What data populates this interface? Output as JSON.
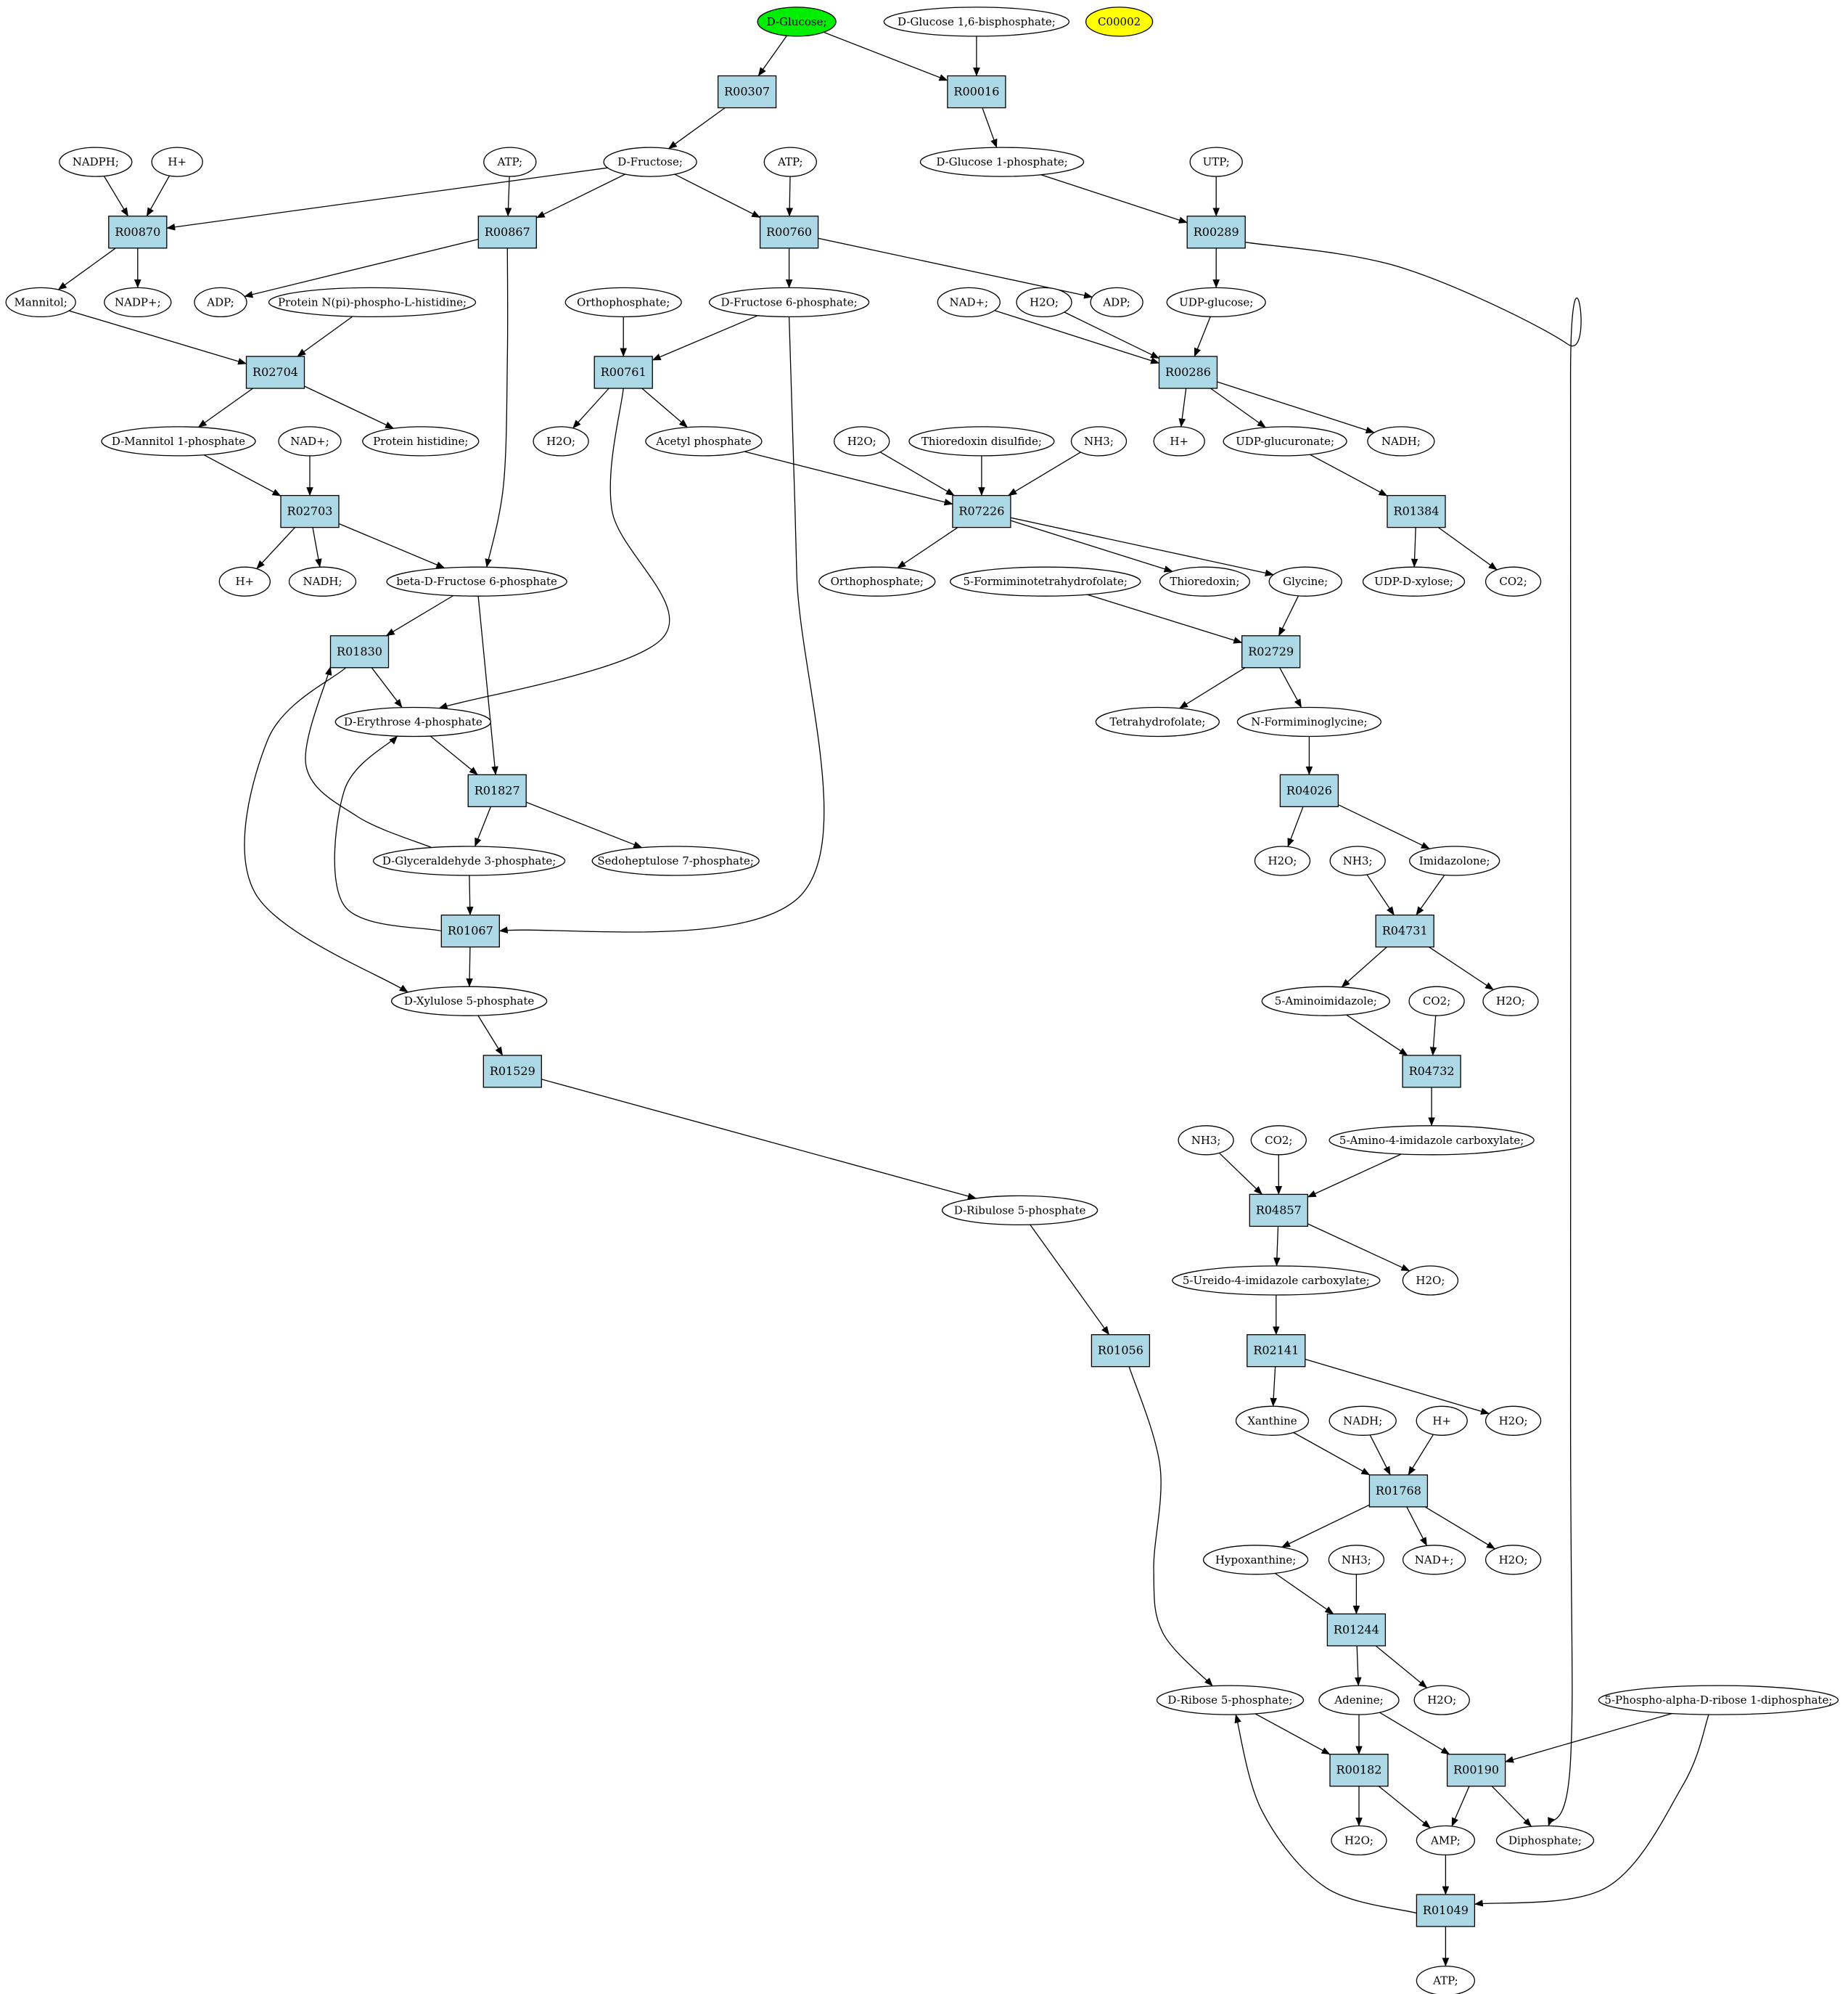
{
  "colors": {
    "reaction_fill": "#add8e6",
    "metabolite_fill": "#ffffff",
    "start_fill": "#00ee00",
    "target_fill": "#ffff00",
    "stroke": "#000000"
  },
  "nodes": {
    "dglucose": {
      "label": "D-Glucose;",
      "kind": "metabolite",
      "fill": "#00ee00"
    },
    "dg16bp": {
      "label": "D-Glucose 1,6-bisphosphate;",
      "kind": "metabolite"
    },
    "c00002": {
      "label": "C00002",
      "kind": "metabolite",
      "fill": "#ffff00"
    },
    "R00307": {
      "label": "R00307",
      "kind": "reaction"
    },
    "R00016": {
      "label": "R00016",
      "kind": "reaction"
    },
    "nadph": {
      "label": "NADPH;",
      "kind": "metabolite"
    },
    "hplus1": {
      "label": "H+",
      "kind": "metabolite"
    },
    "atp1": {
      "label": "ATP;",
      "kind": "metabolite"
    },
    "dfructose": {
      "label": "D-Fructose;",
      "kind": "metabolite"
    },
    "atp2": {
      "label": "ATP;",
      "kind": "metabolite"
    },
    "dg1p": {
      "label": "D-Glucose 1-phosphate;",
      "kind": "metabolite"
    },
    "utp": {
      "label": "UTP;",
      "kind": "metabolite"
    },
    "R00870": {
      "label": "R00870",
      "kind": "reaction"
    },
    "R00867": {
      "label": "R00867",
      "kind": "reaction"
    },
    "R00760": {
      "label": "R00760",
      "kind": "reaction"
    },
    "R00289": {
      "label": "R00289",
      "kind": "reaction"
    },
    "mannitol": {
      "label": "Mannitol;",
      "kind": "metabolite"
    },
    "nadpplus": {
      "label": "NADP+;",
      "kind": "metabolite"
    },
    "adp1": {
      "label": "ADP;",
      "kind": "metabolite"
    },
    "protnpi": {
      "label": "Protein N(pi)-phospho-L-histidine;",
      "kind": "metabolite"
    },
    "orthophos1": {
      "label": "Orthophosphate;",
      "kind": "metabolite"
    },
    "df6p": {
      "label": "D-Fructose 6-phosphate;",
      "kind": "metabolite"
    },
    "nadplus1": {
      "label": "NAD+;",
      "kind": "metabolite"
    },
    "h2o1": {
      "label": "H2O;",
      "kind": "metabolite"
    },
    "adp2": {
      "label": "ADP;",
      "kind": "metabolite"
    },
    "udpglucose": {
      "label": "UDP-glucose;",
      "kind": "metabolite"
    },
    "R02704": {
      "label": "R02704",
      "kind": "reaction"
    },
    "R00761": {
      "label": "R00761",
      "kind": "reaction"
    },
    "R00286": {
      "label": "R00286",
      "kind": "reaction"
    },
    "dmannitol1p": {
      "label": "D-Mannitol 1-phosphate",
      "kind": "metabolite"
    },
    "nadplus2": {
      "label": "NAD+;",
      "kind": "metabolite"
    },
    "prothis": {
      "label": "Protein histidine;",
      "kind": "metabolite"
    },
    "h2o2": {
      "label": "H2O;",
      "kind": "metabolite"
    },
    "acetylp": {
      "label": "Acetyl phosphate",
      "kind": "metabolite"
    },
    "h2o3": {
      "label": "H2O;",
      "kind": "metabolite"
    },
    "thiodis": {
      "label": "Thioredoxin disulfide;",
      "kind": "metabolite"
    },
    "nh3a": {
      "label": "NH3;",
      "kind": "metabolite"
    },
    "hplus2": {
      "label": "H+",
      "kind": "metabolite"
    },
    "udpglucuronate": {
      "label": "UDP-glucuronate;",
      "kind": "metabolite"
    },
    "nadh1": {
      "label": "NADH;",
      "kind": "metabolite"
    },
    "R02703": {
      "label": "R02703",
      "kind": "reaction"
    },
    "R07226": {
      "label": "R07226",
      "kind": "reaction"
    },
    "R01384": {
      "label": "R01384",
      "kind": "reaction"
    },
    "hplus3": {
      "label": "H+",
      "kind": "metabolite"
    },
    "nadh2": {
      "label": "NADH;",
      "kind": "metabolite"
    },
    "bdf6p": {
      "label": "beta-D-Fructose 6-phosphate",
      "kind": "metabolite"
    },
    "orthophos2": {
      "label": "Orthophosphate;",
      "kind": "metabolite"
    },
    "formthf": {
      "label": "5-Formiminotetrahydrofolate;",
      "kind": "metabolite"
    },
    "thioredoxin": {
      "label": "Thioredoxin;",
      "kind": "metabolite"
    },
    "glycine": {
      "label": "Glycine;",
      "kind": "metabolite"
    },
    "udpxylose": {
      "label": "UDP-D-xylose;",
      "kind": "metabolite"
    },
    "co2a": {
      "label": "CO2;",
      "kind": "metabolite"
    },
    "R01830": {
      "label": "R01830",
      "kind": "reaction"
    },
    "R02729": {
      "label": "R02729",
      "kind": "reaction"
    },
    "de4p": {
      "label": "D-Erythrose 4-phosphate",
      "kind": "metabolite"
    },
    "thf": {
      "label": "Tetrahydrofolate;",
      "kind": "metabolite"
    },
    "nformgly": {
      "label": "N-Formiminoglycine;",
      "kind": "metabolite"
    },
    "R01827": {
      "label": "R01827",
      "kind": "reaction"
    },
    "R04026": {
      "label": "R04026",
      "kind": "reaction"
    },
    "dga3p": {
      "label": "D-Glyceraldehyde 3-phosphate;",
      "kind": "metabolite"
    },
    "s7p": {
      "label": "Sedoheptulose 7-phosphate;",
      "kind": "metabolite"
    },
    "h2o4": {
      "label": "H2O;",
      "kind": "metabolite"
    },
    "nh3b": {
      "label": "NH3;",
      "kind": "metabolite"
    },
    "imidazolone": {
      "label": "Imidazolone;",
      "kind": "metabolite"
    },
    "R01067": {
      "label": "R01067",
      "kind": "reaction"
    },
    "R04731": {
      "label": "R04731",
      "kind": "reaction"
    },
    "dx5p": {
      "label": "D-Xylulose 5-phosphate",
      "kind": "metabolite"
    },
    "aminoimid": {
      "label": "5-Aminoimidazole;",
      "kind": "metabolite"
    },
    "co2b": {
      "label": "CO2;",
      "kind": "metabolite"
    },
    "h2o5": {
      "label": "H2O;",
      "kind": "metabolite"
    },
    "R01529": {
      "label": "R01529",
      "kind": "reaction"
    },
    "R04732": {
      "label": "R04732",
      "kind": "reaction"
    },
    "nh3c": {
      "label": "NH3;",
      "kind": "metabolite"
    },
    "co2c": {
      "label": "CO2;",
      "kind": "metabolite"
    },
    "a4ic": {
      "label": "5-Amino-4-imidazole carboxylate;",
      "kind": "metabolite"
    },
    "dr5p_ribulose": {
      "label": "D-Ribulose 5-phosphate",
      "kind": "metabolite"
    },
    "R04857": {
      "label": "R04857",
      "kind": "reaction"
    },
    "u4ic": {
      "label": "5-Ureido-4-imidazole carboxylate;",
      "kind": "metabolite"
    },
    "h2o6": {
      "label": "H2O;",
      "kind": "metabolite"
    },
    "R01056": {
      "label": "R01056",
      "kind": "reaction"
    },
    "R02141": {
      "label": "R02141",
      "kind": "reaction"
    },
    "xanthine": {
      "label": "Xanthine",
      "kind": "metabolite"
    },
    "nadh3": {
      "label": "NADH;",
      "kind": "metabolite"
    },
    "hplus4": {
      "label": "H+",
      "kind": "metabolite"
    },
    "h2o7": {
      "label": "H2O;",
      "kind": "metabolite"
    },
    "R01768": {
      "label": "R01768",
      "kind": "reaction"
    },
    "hypoxanthine": {
      "label": "Hypoxanthine;",
      "kind": "metabolite"
    },
    "nh3d": {
      "label": "NH3;",
      "kind": "metabolite"
    },
    "nadplus3": {
      "label": "NAD+;",
      "kind": "metabolite"
    },
    "h2o8": {
      "label": "H2O;",
      "kind": "metabolite"
    },
    "R01244": {
      "label": "R01244",
      "kind": "reaction"
    },
    "dribose5p": {
      "label": "D-Ribose 5-phosphate;",
      "kind": "metabolite"
    },
    "adenine": {
      "label": "Adenine;",
      "kind": "metabolite"
    },
    "h2o9": {
      "label": "H2O;",
      "kind": "metabolite"
    },
    "prpp": {
      "label": "5-Phospho-alpha-D-ribose 1-diphosphate;",
      "kind": "metabolite"
    },
    "R00182": {
      "label": "R00182",
      "kind": "reaction"
    },
    "R00190": {
      "label": "R00190",
      "kind": "reaction"
    },
    "h2o10": {
      "label": "H2O;",
      "kind": "metabolite"
    },
    "amp": {
      "label": "AMP;",
      "kind": "metabolite"
    },
    "diphosphate": {
      "label": "Diphosphate;",
      "kind": "metabolite"
    },
    "R01049": {
      "label": "R01049",
      "kind": "reaction"
    },
    "atp3": {
      "label": "ATP;",
      "kind": "metabolite"
    }
  },
  "edges": [
    [
      "dglucose",
      "R00307"
    ],
    [
      "dglucose",
      "R00016"
    ],
    [
      "dg16bp",
      "R00016"
    ],
    [
      "R00307",
      "dfructose"
    ],
    [
      "R00016",
      "dg1p"
    ],
    [
      "nadph",
      "R00870"
    ],
    [
      "hplus1",
      "R00870"
    ],
    [
      "dfructose",
      "R00870"
    ],
    [
      "atp1",
      "R00867"
    ],
    [
      "dfructose",
      "R00867"
    ],
    [
      "dfructose",
      "R00760"
    ],
    [
      "atp2",
      "R00760"
    ],
    [
      "dg1p",
      "R00289"
    ],
    [
      "utp",
      "R00289"
    ],
    [
      "R00870",
      "mannitol"
    ],
    [
      "R00870",
      "nadpplus"
    ],
    [
      "R00867",
      "adp1"
    ],
    [
      "R00867",
      "bdf6p"
    ],
    [
      "R00760",
      "df6p"
    ],
    [
      "R00760",
      "adp2"
    ],
    [
      "R00289",
      "udpglucose"
    ],
    [
      "R00289",
      "diphosphate"
    ],
    [
      "mannitol",
      "R02704"
    ],
    [
      "protnpi",
      "R02704"
    ],
    [
      "R02704",
      "dmannitol1p"
    ],
    [
      "R02704",
      "prothis"
    ],
    [
      "orthophos1",
      "R00761"
    ],
    [
      "df6p",
      "R00761"
    ],
    [
      "df6p",
      "R01067"
    ],
    [
      "R00761",
      "h2o2"
    ],
    [
      "R00761",
      "acetylp"
    ],
    [
      "R00761",
      "de4p"
    ],
    [
      "nadplus1",
      "R00286"
    ],
    [
      "h2o1",
      "R00286"
    ],
    [
      "udpglucose",
      "R00286"
    ],
    [
      "R00286",
      "hplus2"
    ],
    [
      "R00286",
      "udpglucuronate"
    ],
    [
      "R00286",
      "nadh1"
    ],
    [
      "dmannitol1p",
      "R02703"
    ],
    [
      "nadplus2",
      "R02703"
    ],
    [
      "R02703",
      "hplus3"
    ],
    [
      "R02703",
      "nadh2"
    ],
    [
      "R02703",
      "bdf6p"
    ],
    [
      "acetylp",
      "R07226"
    ],
    [
      "h2o3",
      "R07226"
    ],
    [
      "thiodis",
      "R07226"
    ],
    [
      "nh3a",
      "R07226"
    ],
    [
      "R07226",
      "orthophos2"
    ],
    [
      "R07226",
      "thioredoxin"
    ],
    [
      "R07226",
      "glycine"
    ],
    [
      "udpglucuronate",
      "R01384"
    ],
    [
      "R01384",
      "udpxylose"
    ],
    [
      "R01384",
      "co2a"
    ],
    [
      "bdf6p",
      "R01830"
    ],
    [
      "bdf6p",
      "R01827"
    ],
    [
      "R01830",
      "de4p"
    ],
    [
      "R01830",
      "dx5p"
    ],
    [
      "formthf",
      "R02729"
    ],
    [
      "glycine",
      "R02729"
    ],
    [
      "R02729",
      "thf"
    ],
    [
      "R02729",
      "nformgly"
    ],
    [
      "de4p",
      "R01827"
    ],
    [
      "R01827",
      "dga3p"
    ],
    [
      "R01827",
      "s7p"
    ],
    [
      "nformgly",
      "R04026"
    ],
    [
      "R04026",
      "h2o4"
    ],
    [
      "R04026",
      "imidazolone"
    ],
    [
      "dga3p",
      "R01830"
    ],
    [
      "dga3p",
      "R01067"
    ],
    [
      "R01067",
      "de4p"
    ],
    [
      "R01067",
      "dx5p"
    ],
    [
      "nh3b",
      "R04731"
    ],
    [
      "imidazolone",
      "R04731"
    ],
    [
      "R04731",
      "aminoimid"
    ],
    [
      "R04731",
      "h2o5"
    ],
    [
      "dx5p",
      "R01529"
    ],
    [
      "R01529",
      "dr5p_ribulose"
    ],
    [
      "aminoimid",
      "R04732"
    ],
    [
      "co2b",
      "R04732"
    ],
    [
      "R04732",
      "a4ic"
    ],
    [
      "nh3c",
      "R04857"
    ],
    [
      "co2c",
      "R04857"
    ],
    [
      "a4ic",
      "R04857"
    ],
    [
      "R04857",
      "u4ic"
    ],
    [
      "R04857",
      "h2o6"
    ],
    [
      "dr5p_ribulose",
      "R01056"
    ],
    [
      "R01056",
      "dribose5p"
    ],
    [
      "u4ic",
      "R02141"
    ],
    [
      "R02141",
      "xanthine"
    ],
    [
      "R02141",
      "h2o7"
    ],
    [
      "xanthine",
      "R01768"
    ],
    [
      "nadh3",
      "R01768"
    ],
    [
      "hplus4",
      "R01768"
    ],
    [
      "R01768",
      "hypoxanthine"
    ],
    [
      "R01768",
      "nadplus3"
    ],
    [
      "R01768",
      "h2o8"
    ],
    [
      "hypoxanthine",
      "R01244"
    ],
    [
      "nh3d",
      "R01244"
    ],
    [
      "R01244",
      "adenine"
    ],
    [
      "R01244",
      "h2o9"
    ],
    [
      "dribose5p",
      "R00182"
    ],
    [
      "adenine",
      "R00182"
    ],
    [
      "adenine",
      "R00190"
    ],
    [
      "prpp",
      "R00190"
    ],
    [
      "prpp",
      "R01049"
    ],
    [
      "R00182",
      "h2o10"
    ],
    [
      "R00182",
      "amp"
    ],
    [
      "R00190",
      "amp"
    ],
    [
      "R00190",
      "diphosphate"
    ],
    [
      "amp",
      "R01049"
    ],
    [
      "R01049",
      "atp3"
    ],
    [
      "R01049",
      "dribose5p"
    ]
  ]
}
